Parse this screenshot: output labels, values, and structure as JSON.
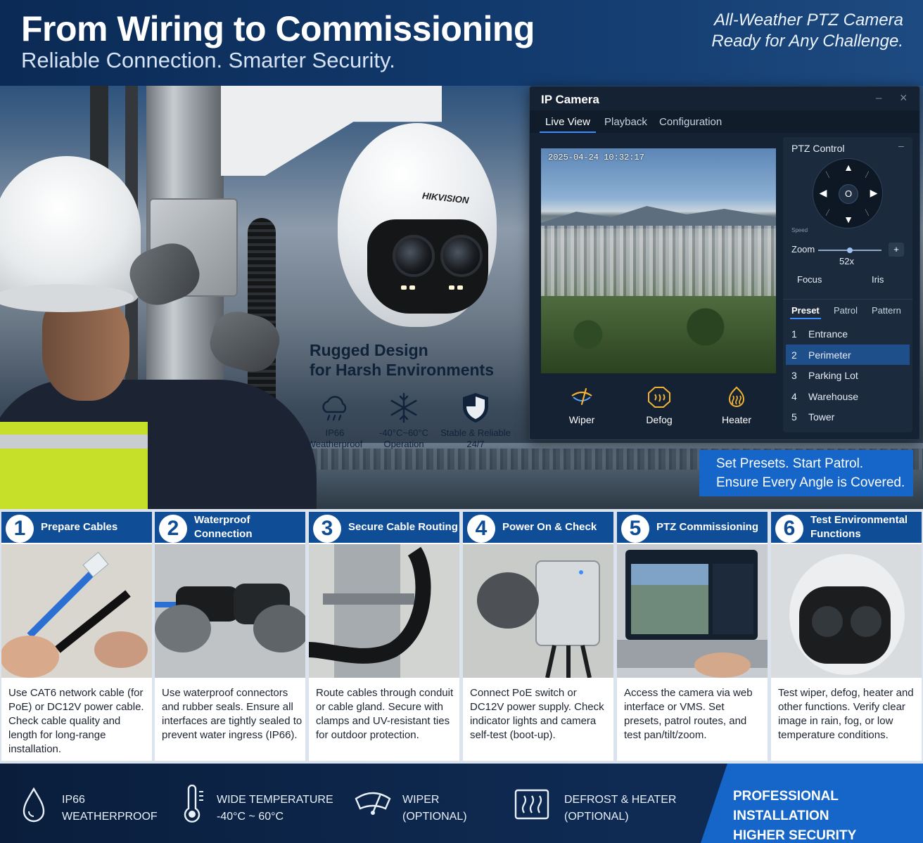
{
  "header": {
    "title": "From Wiring to Commissioning",
    "subtitle": "Reliable Connection. Smarter Security.",
    "tagline_1": "All-Weather PTZ Camera",
    "tagline_2": "Ready for Any Challenge."
  },
  "hero": {
    "camera_brand": "HIKVISION",
    "rugged_title_1": "Rugged Design",
    "rugged_title_2": "for Harsh Environments",
    "features": [
      {
        "icon": "cloud-rain-icon",
        "line1": "IP66",
        "line2": "Weatherproof"
      },
      {
        "icon": "snowflake-icon",
        "line1": "-40°C~60°C",
        "line2": "Operation"
      },
      {
        "icon": "shield-icon",
        "line1": "Stable & Reliable",
        "line2": "24/7"
      }
    ]
  },
  "window": {
    "title": "IP Camera",
    "tabs": [
      "Live View",
      "Playback",
      "Configuration"
    ],
    "active_tab": "Live View",
    "timestamp": "2025-04-24  10:32:17",
    "controls": [
      {
        "icon": "wiper-icon",
        "label": "Wiper"
      },
      {
        "icon": "defog-icon",
        "label": "Defog"
      },
      {
        "icon": "heater-icon",
        "label": "Heater"
      }
    ],
    "ptz": {
      "title": "PTZ Control",
      "speed_label": "Speed",
      "center_symbol": "O",
      "zoom_label": "Zoom",
      "zoom_value": "52x",
      "zoom_level_fraction": 0.5,
      "focus_label": "Focus",
      "iris_label": "Iris",
      "preset_tabs": [
        "Preset",
        "Patrol",
        "Pattern"
      ],
      "active_preset_tab": "Preset",
      "presets": [
        {
          "num": "1",
          "name": "Entrance"
        },
        {
          "num": "2",
          "name": "Perimeter"
        },
        {
          "num": "3",
          "name": "Parking Lot"
        },
        {
          "num": "4",
          "name": "Warehouse"
        },
        {
          "num": "5",
          "name": "Tower"
        }
      ],
      "selected_preset": "2"
    }
  },
  "callout": {
    "line1": "Set Presets. Start Patrol.",
    "line2": "Ensure Every Angle is Covered."
  },
  "steps": [
    {
      "num": "1",
      "title": "Prepare Cables",
      "text": "Use CAT6 network cable (for PoE) or DC12V power cable. Check cable quality and length for long-range installation."
    },
    {
      "num": "2",
      "title": "Waterproof Connection",
      "text": "Use waterproof connectors and rubber seals. Ensure all interfaces are tightly sealed to prevent water ingress (IP66)."
    },
    {
      "num": "3",
      "title": "Secure Cable Routing",
      "text": "Route cables through conduit or cable gland. Secure with clamps and UV-resistant ties for outdoor protection."
    },
    {
      "num": "4",
      "title": "Power On & Check",
      "text": "Connect PoE switch or DC12V power supply. Check indicator lights and camera self-test (boot-up)."
    },
    {
      "num": "5",
      "title": "PTZ Commissioning",
      "text": "Access the camera via web interface or VMS. Set presets, patrol routes, and test pan/tilt/zoom."
    },
    {
      "num": "6",
      "title": "Test Environmental Functions",
      "text": "Test wiper, defog, heater and other functions. Verify clear image in rain, fog, or low temperature conditions."
    }
  ],
  "footer": {
    "items": [
      {
        "icon": "water-drop-icon",
        "line1": "IP66",
        "line2": "WEATHERPROOF"
      },
      {
        "icon": "thermometer-icon",
        "line1": "WIDE TEMPERATURE",
        "line2": "-40°C ~ 60°C"
      },
      {
        "icon": "wiper-icon",
        "line1": "WIPER",
        "line2": "(OPTIONAL)"
      },
      {
        "icon": "heater-icon",
        "line1": "DEFROST & HEATER",
        "line2": "(OPTIONAL)"
      }
    ],
    "cta_1": "PROFESSIONAL INSTALLATION",
    "cta_2": "HIGHER SECURITY"
  },
  "colors": {
    "brand_blue": "#1566c8",
    "header_navy": "#0b2a55",
    "step_header": "#0f4d97",
    "tab_accent": "#3a8dff",
    "selected_row": "#1f4f8a"
  }
}
